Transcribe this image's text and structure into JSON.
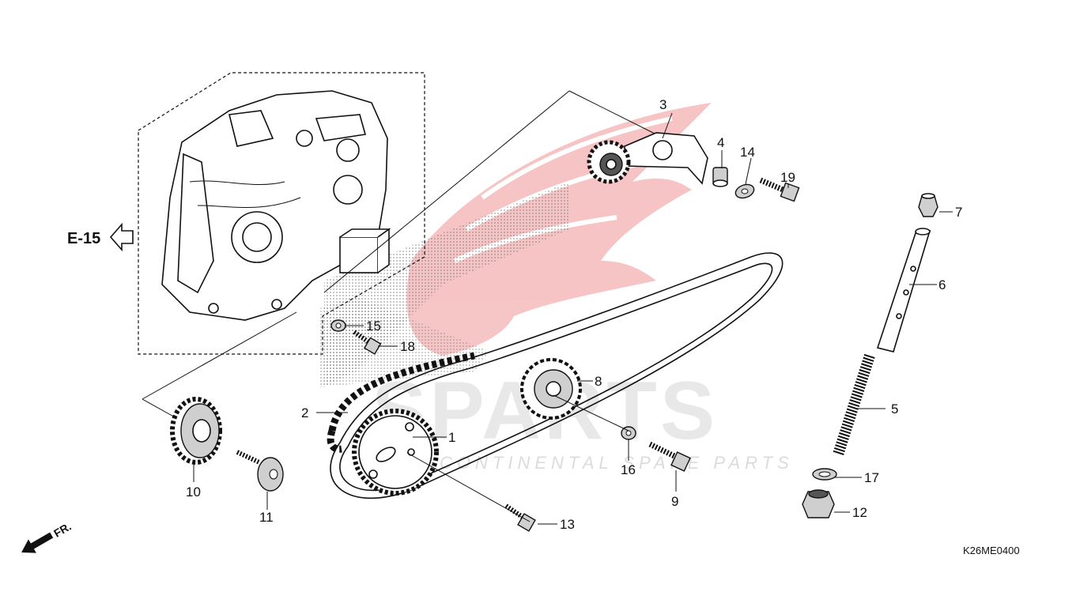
{
  "diagram": {
    "reference_code": "K26ME0400",
    "cross_reference": "E-15",
    "front_marker": "FR.",
    "watermark": {
      "brand": "SPARTS",
      "tagline": "INTERCONTINENTAL SPARE PARTS",
      "logo": "wing-logo-icon",
      "color": "#e03030"
    },
    "callouts": [
      {
        "no": "1"
      },
      {
        "no": "2"
      },
      {
        "no": "3"
      },
      {
        "no": "4"
      },
      {
        "no": "5"
      },
      {
        "no": "6"
      },
      {
        "no": "7"
      },
      {
        "no": "8"
      },
      {
        "no": "9"
      },
      {
        "no": "10"
      },
      {
        "no": "11"
      },
      {
        "no": "12"
      },
      {
        "no": "13"
      },
      {
        "no": "14"
      },
      {
        "no": "15"
      },
      {
        "no": "16"
      },
      {
        "no": "17"
      },
      {
        "no": "18"
      },
      {
        "no": "19"
      }
    ]
  }
}
